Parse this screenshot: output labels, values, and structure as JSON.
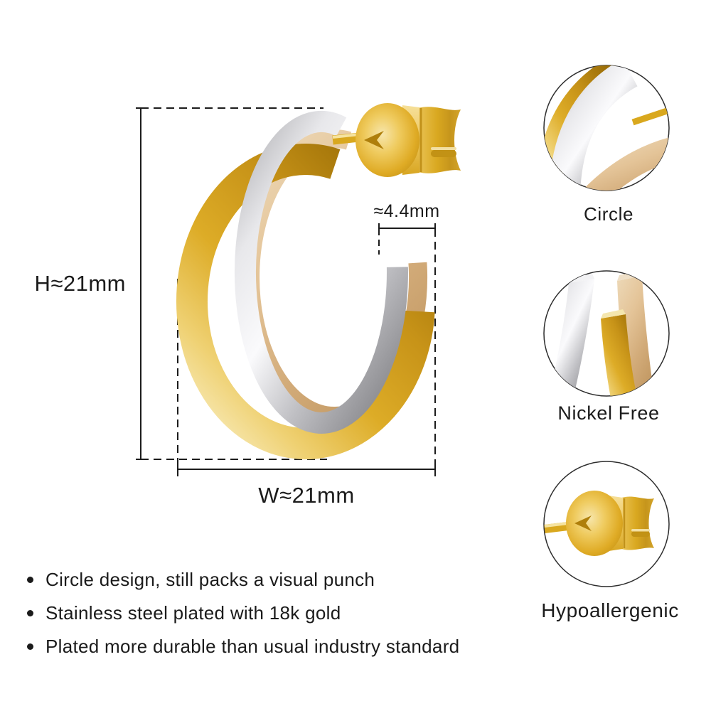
{
  "page": {
    "background": "#FFFFFF"
  },
  "dimensions": {
    "height_label": "H≈21mm",
    "width_label": "W≈21mm",
    "gap_label": "≈4.4mm"
  },
  "callouts": [
    {
      "label": "Circle",
      "icon": "hoop-bands-crossing-detail"
    },
    {
      "label": "Nickel Free",
      "icon": "hoop-open-ends-detail"
    },
    {
      "label": "Hypoallergenic",
      "icon": "butterfly-earring-back-detail"
    }
  ],
  "features": [
    "Circle design, still packs a visual punch",
    "Stainless steel plated with 18k gold",
    "Plated more durable than usual industry standard"
  ],
  "colors": {
    "background": "#FFFFFF",
    "text": "#1B1B1B",
    "line": "#1C1C1C",
    "callout-border": "#2D2D2D",
    "gold": "#D9A81E",
    "gold-light": "#FBF3CF",
    "gold-dark": "#9C6F09",
    "silver": "#C6C6CA",
    "silver-light": "#FAFAFC",
    "silver-dark": "#8D8D91",
    "champagne": "#E0BF92",
    "champagne-light": "#EDD9B8",
    "champagne-dark": "#C59C67"
  }
}
